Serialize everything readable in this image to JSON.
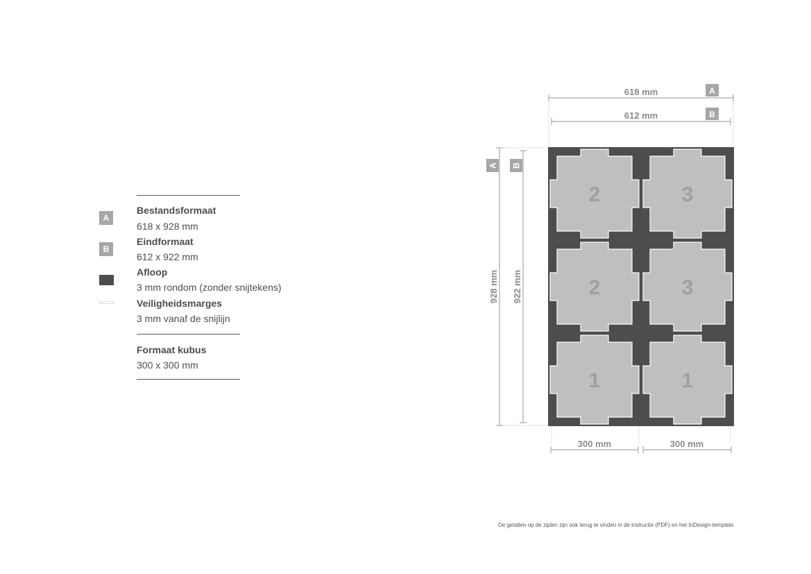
{
  "legend": {
    "items": [
      {
        "badge": "A",
        "title": "Bestandsformaat",
        "value": "618 x 928 mm"
      },
      {
        "badge": "B",
        "title": "Eindformaat",
        "value": "612 x 922 mm"
      },
      {
        "title": "Afloop",
        "value": "3 mm rondom (zonder snijtekens)"
      },
      {
        "title": "Veiligheidsmarges",
        "value": "3 mm vanaf de snijlijn"
      }
    ],
    "cube_title": "Formaat kubus",
    "cube_value": "300 x 300 mm"
  },
  "dimensions": {
    "width_a": "618 mm",
    "width_b": "612 mm",
    "height_a": "928 mm",
    "height_b": "922 mm",
    "col_left": "300 mm",
    "col_right": "300 mm",
    "badge_a": "A",
    "badge_b": "B"
  },
  "panels": [
    "2",
    "3",
    "2",
    "3",
    "1",
    "1"
  ],
  "footnote": "De getallen op de zijden zijn ook terug te vinden in de instructie (PDF) en het InDesign-template",
  "colors": {
    "bleed": "#4d4d4d",
    "panel": "#bfbfbf",
    "badge": "#a6a6a6",
    "dimension_line": "#a6a6a6"
  }
}
